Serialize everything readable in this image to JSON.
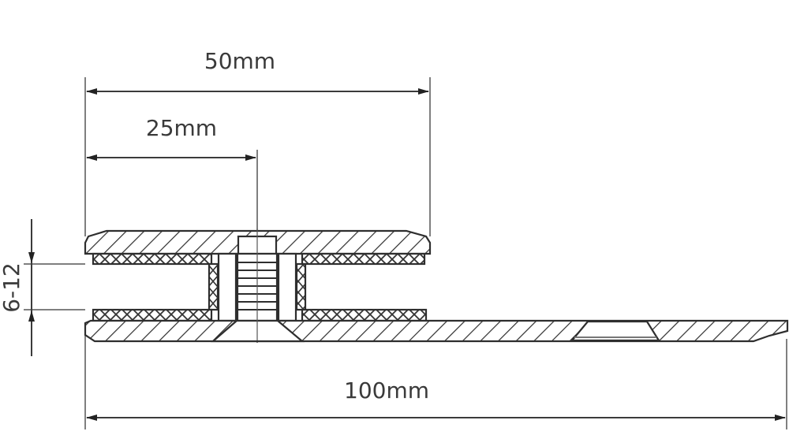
{
  "drawing": {
    "title": "Glass clamp connector cross-section",
    "background": "#ffffff",
    "line_color": "#3b3b3b",
    "dimensions": {
      "overall_top_width": "50mm",
      "center_offset": "25mm",
      "overall_length": "100mm",
      "glass_thickness_range": "6-12"
    },
    "components": [
      {
        "name": "top-plate",
        "hatch": "diagonal"
      },
      {
        "name": "upper-gasket",
        "hatch": "cross"
      },
      {
        "name": "sleeve",
        "hatch": "none"
      },
      {
        "name": "countersunk-screw",
        "hatch": "none"
      },
      {
        "name": "lower-gasket",
        "hatch": "cross"
      },
      {
        "name": "bottom-plate-extension",
        "hatch": "diagonal"
      },
      {
        "name": "countersunk-mounting-hole",
        "hatch": "none"
      }
    ]
  }
}
